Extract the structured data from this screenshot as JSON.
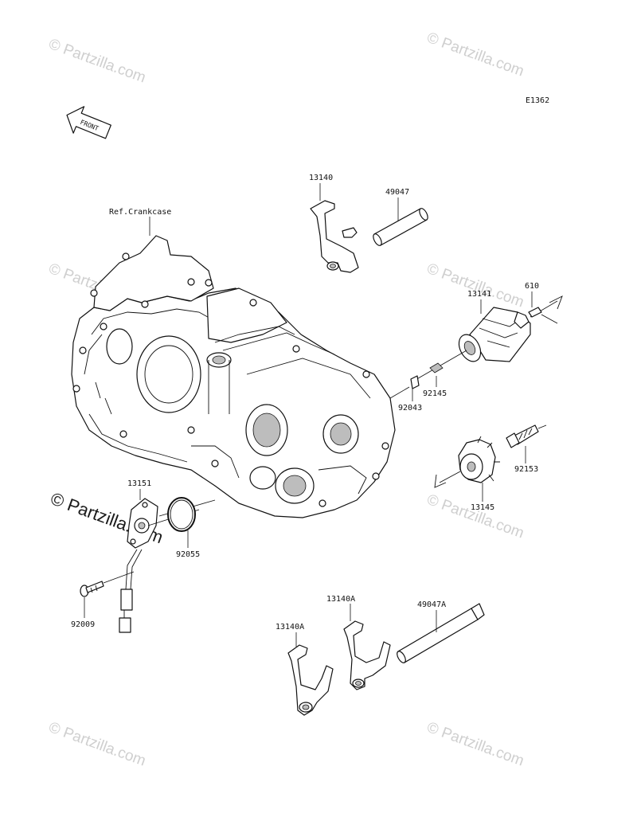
{
  "diagram_code": "E1362",
  "front_label": "FRONT",
  "ref_crankcase": "Ref.Crankcase",
  "watermark_text": "© Partzilla.com",
  "callouts": {
    "p13140": "13140",
    "p49047": "49047",
    "p13141": "13141",
    "p610": "610",
    "p92145": "92145",
    "p92043": "92043",
    "p92153": "92153",
    "p13145": "13145",
    "p13151": "13151",
    "p92055": "92055",
    "p92009": "92009",
    "p13140A_upper": "13140A",
    "p13140A_lower": "13140A",
    "p49047A": "49047A"
  },
  "colors": {
    "line": "#111111",
    "watermark": "#cfcfcf",
    "background": "#ffffff"
  }
}
